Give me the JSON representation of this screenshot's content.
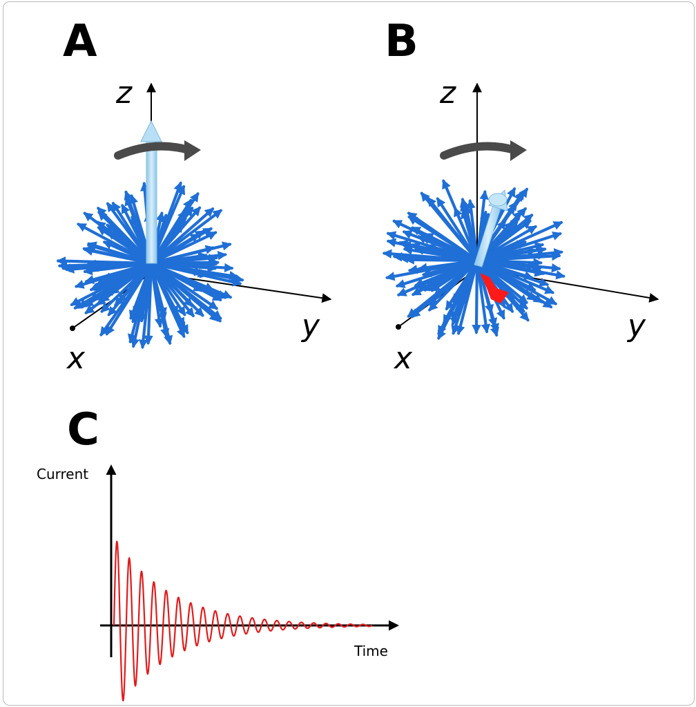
{
  "panels": {
    "a": {
      "letter": "A",
      "axes": {
        "x": "x",
        "y": "y",
        "z": "z"
      }
    },
    "b": {
      "letter": "B",
      "axes": {
        "x": "x",
        "y": "y",
        "z": "z"
      }
    },
    "c": {
      "letter": "C",
      "y_axis_label": "Current",
      "x_axis_label": "Time"
    }
  },
  "colors": {
    "spin_arrow": "#1f6fd6",
    "net_magnetization": "#a9d8f5",
    "precession_arrow": "#4a4a4a",
    "rf_pulse": "#ff1a1a",
    "signal": "#e31a1a",
    "axes": "#000000"
  },
  "chart_data": {
    "type": "line",
    "description": "damped oscillation (free induction decay)",
    "xlabel": "Time",
    "ylabel": "Current",
    "cycles": 21,
    "initial_amplitude": 1.0,
    "decay": "exponential",
    "ticks": false,
    "grid": false
  }
}
